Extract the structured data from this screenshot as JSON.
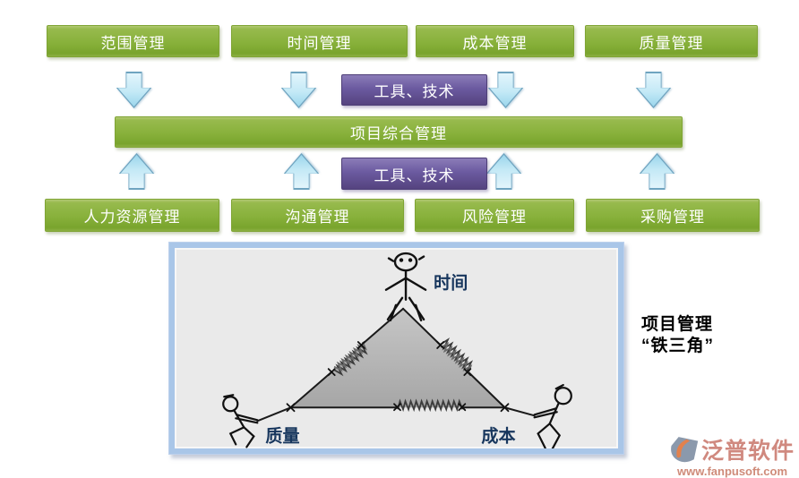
{
  "diagram": {
    "top_row": [
      {
        "label": "范围管理"
      },
      {
        "label": "时间管理"
      },
      {
        "label": "成本管理"
      },
      {
        "label": "质量管理"
      }
    ],
    "tools_top_label": "工具、技术",
    "center_bar_label": "项目综合管理",
    "tools_bottom_label": "工具、技术",
    "bottom_row": [
      {
        "label": "人力资源管理"
      },
      {
        "label": "沟通管理"
      },
      {
        "label": "风险管理"
      },
      {
        "label": "采购管理"
      }
    ]
  },
  "triangle_figure": {
    "top_label": "时间",
    "left_label": "质量",
    "right_label": "成本"
  },
  "caption": {
    "line1": "项目管理",
    "line2": "“铁三角”"
  },
  "logo": {
    "brand": "泛普软件",
    "url": "www.fanpusoft.com"
  },
  "colors": {
    "box_green": "#88b13b",
    "tools_purple": "#63519b",
    "arrow_blue": "#bce5f5",
    "frame_blue": "#a9c6e8",
    "triangle_gray": "#b5b5b5",
    "label_blue": "#17365d",
    "caption_black": "#000000",
    "logo_salmon": "#d0897f",
    "logo_orange": "#e2814d",
    "logo_slate": "#8b99ac"
  }
}
